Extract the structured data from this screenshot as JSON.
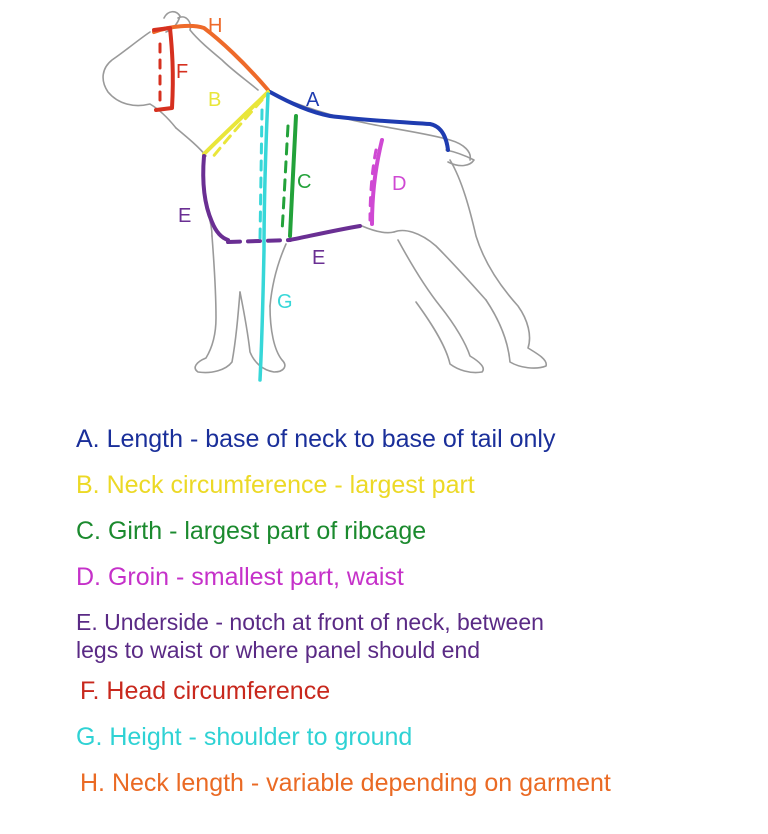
{
  "callouts": {
    "A": {
      "label": "A",
      "color": "#1f3cb0"
    },
    "B": {
      "label": "B",
      "color": "#e9e63a"
    },
    "C": {
      "label": "C",
      "color": "#23a23a"
    },
    "D": {
      "label": "D",
      "color": "#cf49d3"
    },
    "E1": {
      "label": "E",
      "color": "#6a2f93"
    },
    "E2": {
      "label": "E",
      "color": "#6a2f93"
    },
    "F": {
      "label": "F",
      "color": "#d6301f"
    },
    "G": {
      "label": "G",
      "color": "#37d7d8"
    },
    "H": {
      "label": "H",
      "color": "#ee6a2a"
    }
  },
  "legend": {
    "A": "A. Length - base of neck to base of tail only",
    "B": "B. Neck circumference - largest part",
    "C": "C. Girth - largest part of ribcage",
    "D": "D. Groin - smallest part, waist",
    "E_line1": "E. Underside - notch at front of neck, between",
    "E_line2": "legs to waist or where panel should end",
    "F": "F. Head circumference",
    "G": "G. Height - shoulder to ground",
    "H": "H. Neck length - variable depending on garment"
  }
}
